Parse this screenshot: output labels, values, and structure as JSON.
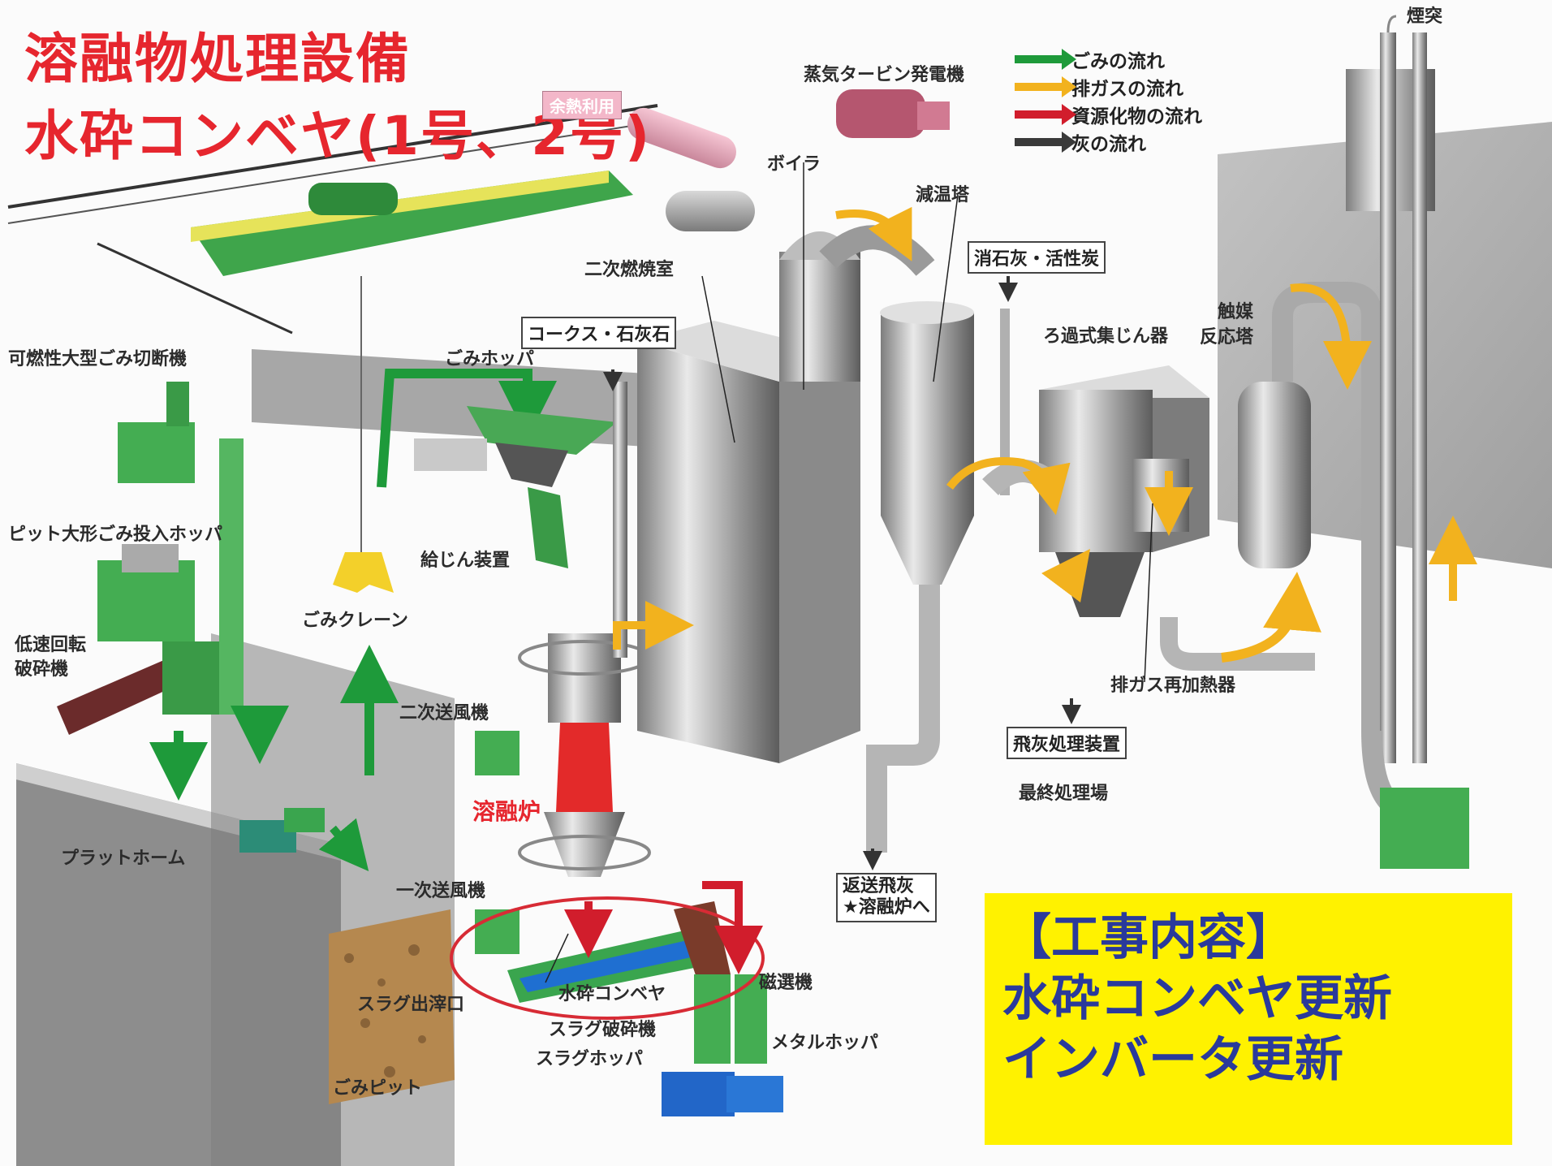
{
  "title": {
    "line1": "溶融物処理設備",
    "line2": "水砕コンベヤ(1号、2号)"
  },
  "legend": [
    {
      "label": "ごみの流れ",
      "color": "#1e9a3a"
    },
    {
      "label": "排ガスの流れ",
      "color": "#f2b21e"
    },
    {
      "label": "資源化物の流れ",
      "color": "#d11d2c"
    },
    {
      "label": "灰の流れ",
      "color": "#3a3a3a"
    }
  ],
  "labels": {
    "waste_heat": "余熱利用",
    "steam_turbine": "蒸気タービン発電機",
    "boiler": "ボイラ",
    "cooling_tower": "減温塔",
    "chimney": "煙突",
    "secondary_combustion": "二次燃焼室",
    "coke_limestone": "コークス・石灰石",
    "slaked_lime": "消石灰・活性炭",
    "bag_filter": "ろ過式集じん器",
    "catalyst_1": "触媒",
    "catalyst_2": "反応塔",
    "cutter": "可燃性大型ごみ切断機",
    "waste_hopper": "ごみホッパ",
    "pit_hopper": "ピット大形ごみ投入ホッパ",
    "dust_feeder": "給じん装置",
    "crane": "ごみクレーン",
    "slow_crusher_1": "低速回転",
    "slow_crusher_2": "破砕機",
    "secondary_fan": "二次送風機",
    "melting_furnace": "溶融炉",
    "exhaust_reheater": "排ガス再加熱器",
    "fly_ash_treatment": "飛灰処理装置",
    "final_disposal": "最終処理場",
    "platform": "プラットホーム",
    "primary_fan": "一次送風機",
    "return_fly_ash_1": "返送飛灰",
    "return_fly_ash_2": "★溶融炉へ",
    "slag_outlet": "スラグ出滓口",
    "water_conveyor": "水砕コンベヤ",
    "magnetic_separator": "磁選機",
    "slag_crusher": "スラグ破砕機",
    "slag_hopper": "スラグホッパ",
    "metal_hopper": "メタルホッパ",
    "waste_pit": "ごみピット"
  },
  "notice": {
    "heading": "【工事内容】",
    "line1": "水砕コンベヤ更新",
    "line2": "インバータ更新"
  }
}
